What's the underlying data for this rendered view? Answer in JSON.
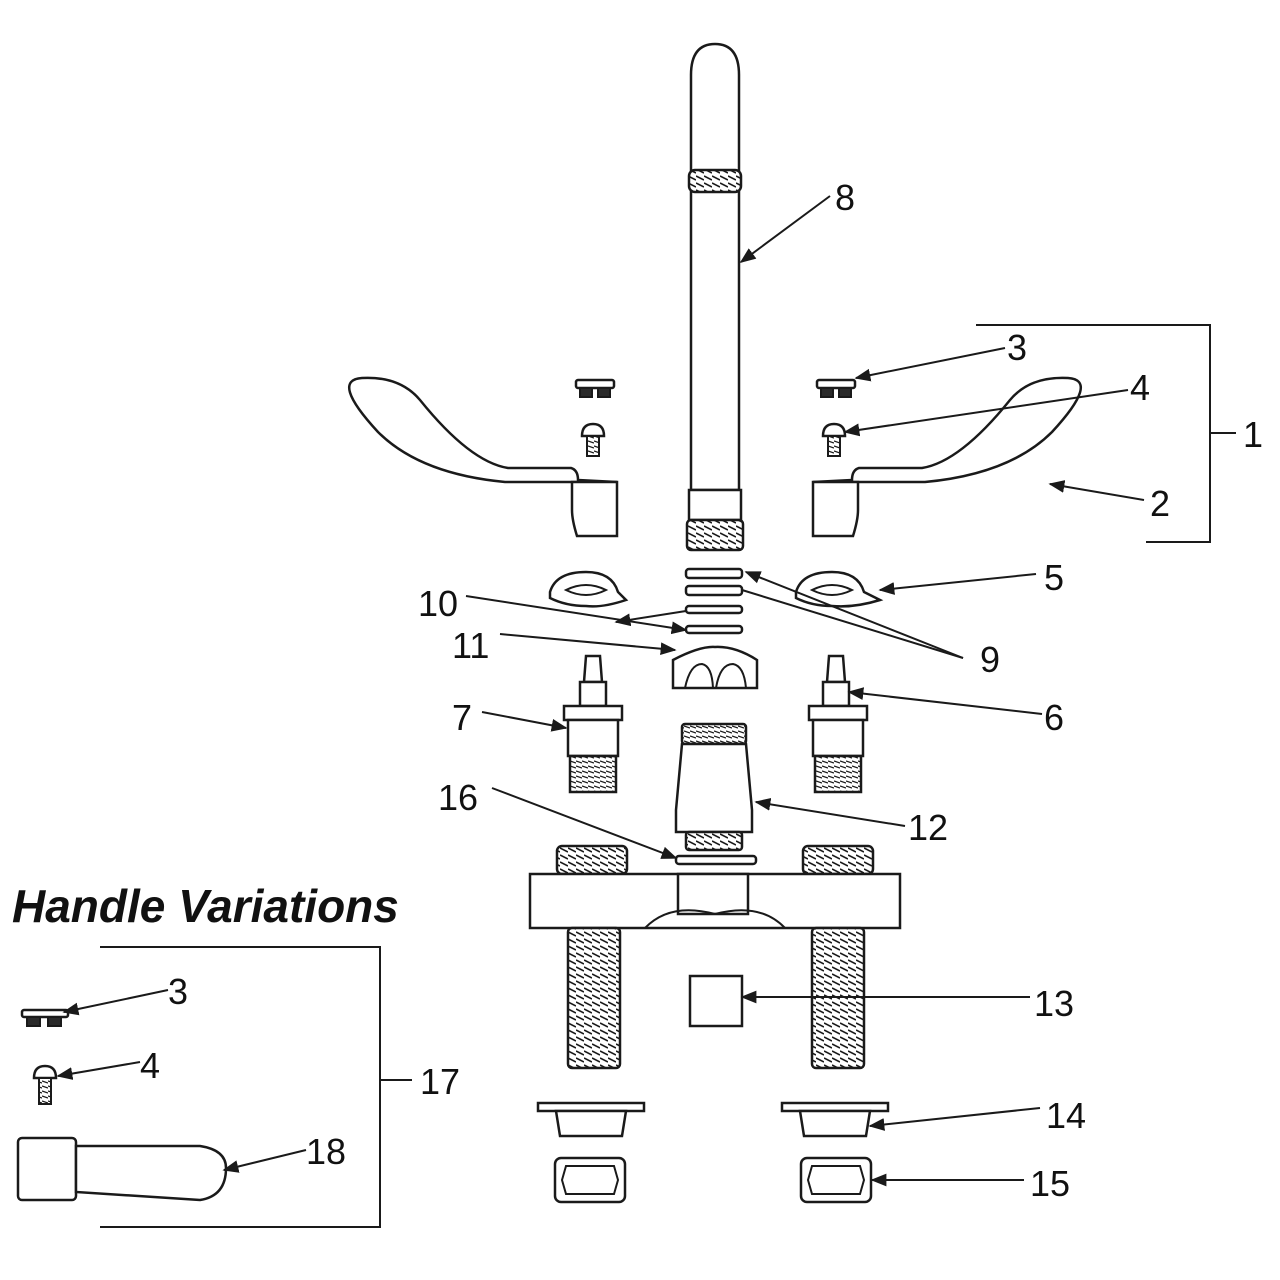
{
  "diagram": {
    "callouts": {
      "c1": "1",
      "c2": "2",
      "c3": "3",
      "c4": "4",
      "c5": "5",
      "c6": "6",
      "c7": "7",
      "c8": "8",
      "c9": "9",
      "c10": "10",
      "c11": "11",
      "c12": "12",
      "c13": "13",
      "c14": "14",
      "c15": "15",
      "c16": "16",
      "c17": "17",
      "c18": "18",
      "v3": "3",
      "v4": "4"
    },
    "handle_variations": {
      "title": "Handle Variations"
    }
  }
}
